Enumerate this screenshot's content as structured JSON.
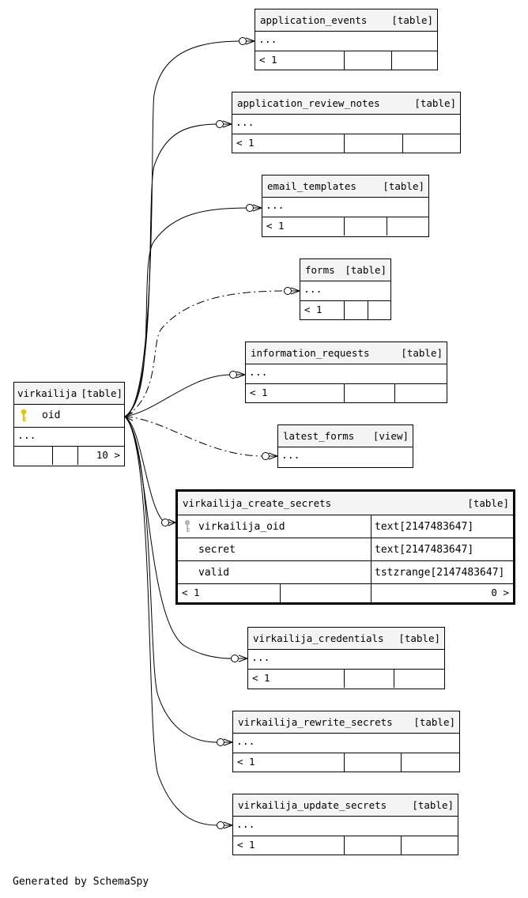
{
  "main_table": {
    "name": "virkailija",
    "kind": "[table]",
    "column": "oid",
    "ellipsis": "...",
    "footer_count": "10 >"
  },
  "related_tables": [
    {
      "name": "application_events",
      "kind": "[table]",
      "ellipsis": "...",
      "footer_left": "< 1"
    },
    {
      "name": "application_review_notes",
      "kind": "[table]",
      "ellipsis": "...",
      "footer_left": "< 1"
    },
    {
      "name": "email_templates",
      "kind": "[table]",
      "ellipsis": "...",
      "footer_left": "< 1"
    },
    {
      "name": "forms",
      "kind": "[table]",
      "ellipsis": "...",
      "footer_left": "< 1"
    },
    {
      "name": "information_requests",
      "kind": "[table]",
      "ellipsis": "...",
      "footer_left": "< 1"
    },
    {
      "name": "latest_forms",
      "kind": "[view]",
      "ellipsis": "..."
    },
    {
      "name": "virkailija_credentials",
      "kind": "[table]",
      "ellipsis": "...",
      "footer_left": "< 1"
    },
    {
      "name": "virkailija_rewrite_secrets",
      "kind": "[table]",
      "ellipsis": "...",
      "footer_left": "< 1"
    },
    {
      "name": "virkailija_update_secrets",
      "kind": "[table]",
      "ellipsis": "...",
      "footer_left": "< 1"
    }
  ],
  "focus_table": {
    "name": "virkailija_create_secrets",
    "kind": "[table]",
    "columns": [
      {
        "name": "virkailija_oid",
        "type": "text[2147483647]"
      },
      {
        "name": "secret",
        "type": "text[2147483647]"
      },
      {
        "name": "valid",
        "type": "tstzrange[2147483647]"
      }
    ],
    "footer_left": "< 1",
    "footer_right": "0 >"
  },
  "footer": "Generated by SchemaSpy",
  "colors": {
    "header_bg": "#f4f4f4",
    "key_icon": "#e6c400",
    "key_icon_fk": "#b8b8b8"
  }
}
